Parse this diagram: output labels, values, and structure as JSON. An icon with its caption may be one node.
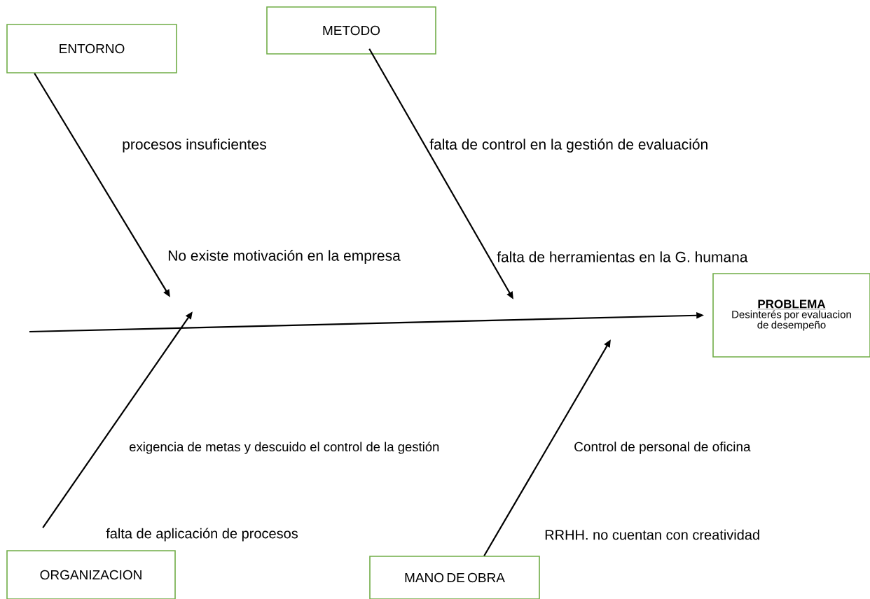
{
  "diagram": {
    "nodes": [
      {
        "text": [
          "ENTORNO"
        ]
      },
      {
        "text": [
          "METODO"
        ]
      },
      {
        "text": [
          "PROBLEMA",
          "Desinterés por evaluacion de desempeño"
        ]
      },
      {
        "text": [
          "ORGANIZACION"
        ]
      },
      {
        "text": [
          "MANO DE OBRA"
        ]
      }
    ],
    "edges": [
      {
        "from": null,
        "to": 2,
        "arrow": "to"
      },
      {
        "from": 0,
        "to": null,
        "arrow": "to"
      },
      {
        "from": 1,
        "to": null,
        "arrow": "to"
      },
      {
        "from": 3,
        "to": null,
        "arrow": "to"
      },
      {
        "from": 4,
        "to": null,
        "arrow": "to"
      }
    ],
    "labels": [
      "procesos insuficientes",
      "falta de control en la gestión de evaluación",
      "No existe motivación en la empresa",
      "falta de herramientas en la G. humana",
      "exigencia de metas y descuido el control de la gestión",
      "Control de personal de oficina",
      "falta de aplicación de procesos",
      "RRHH. no cuentan con creatividad"
    ]
  }
}
